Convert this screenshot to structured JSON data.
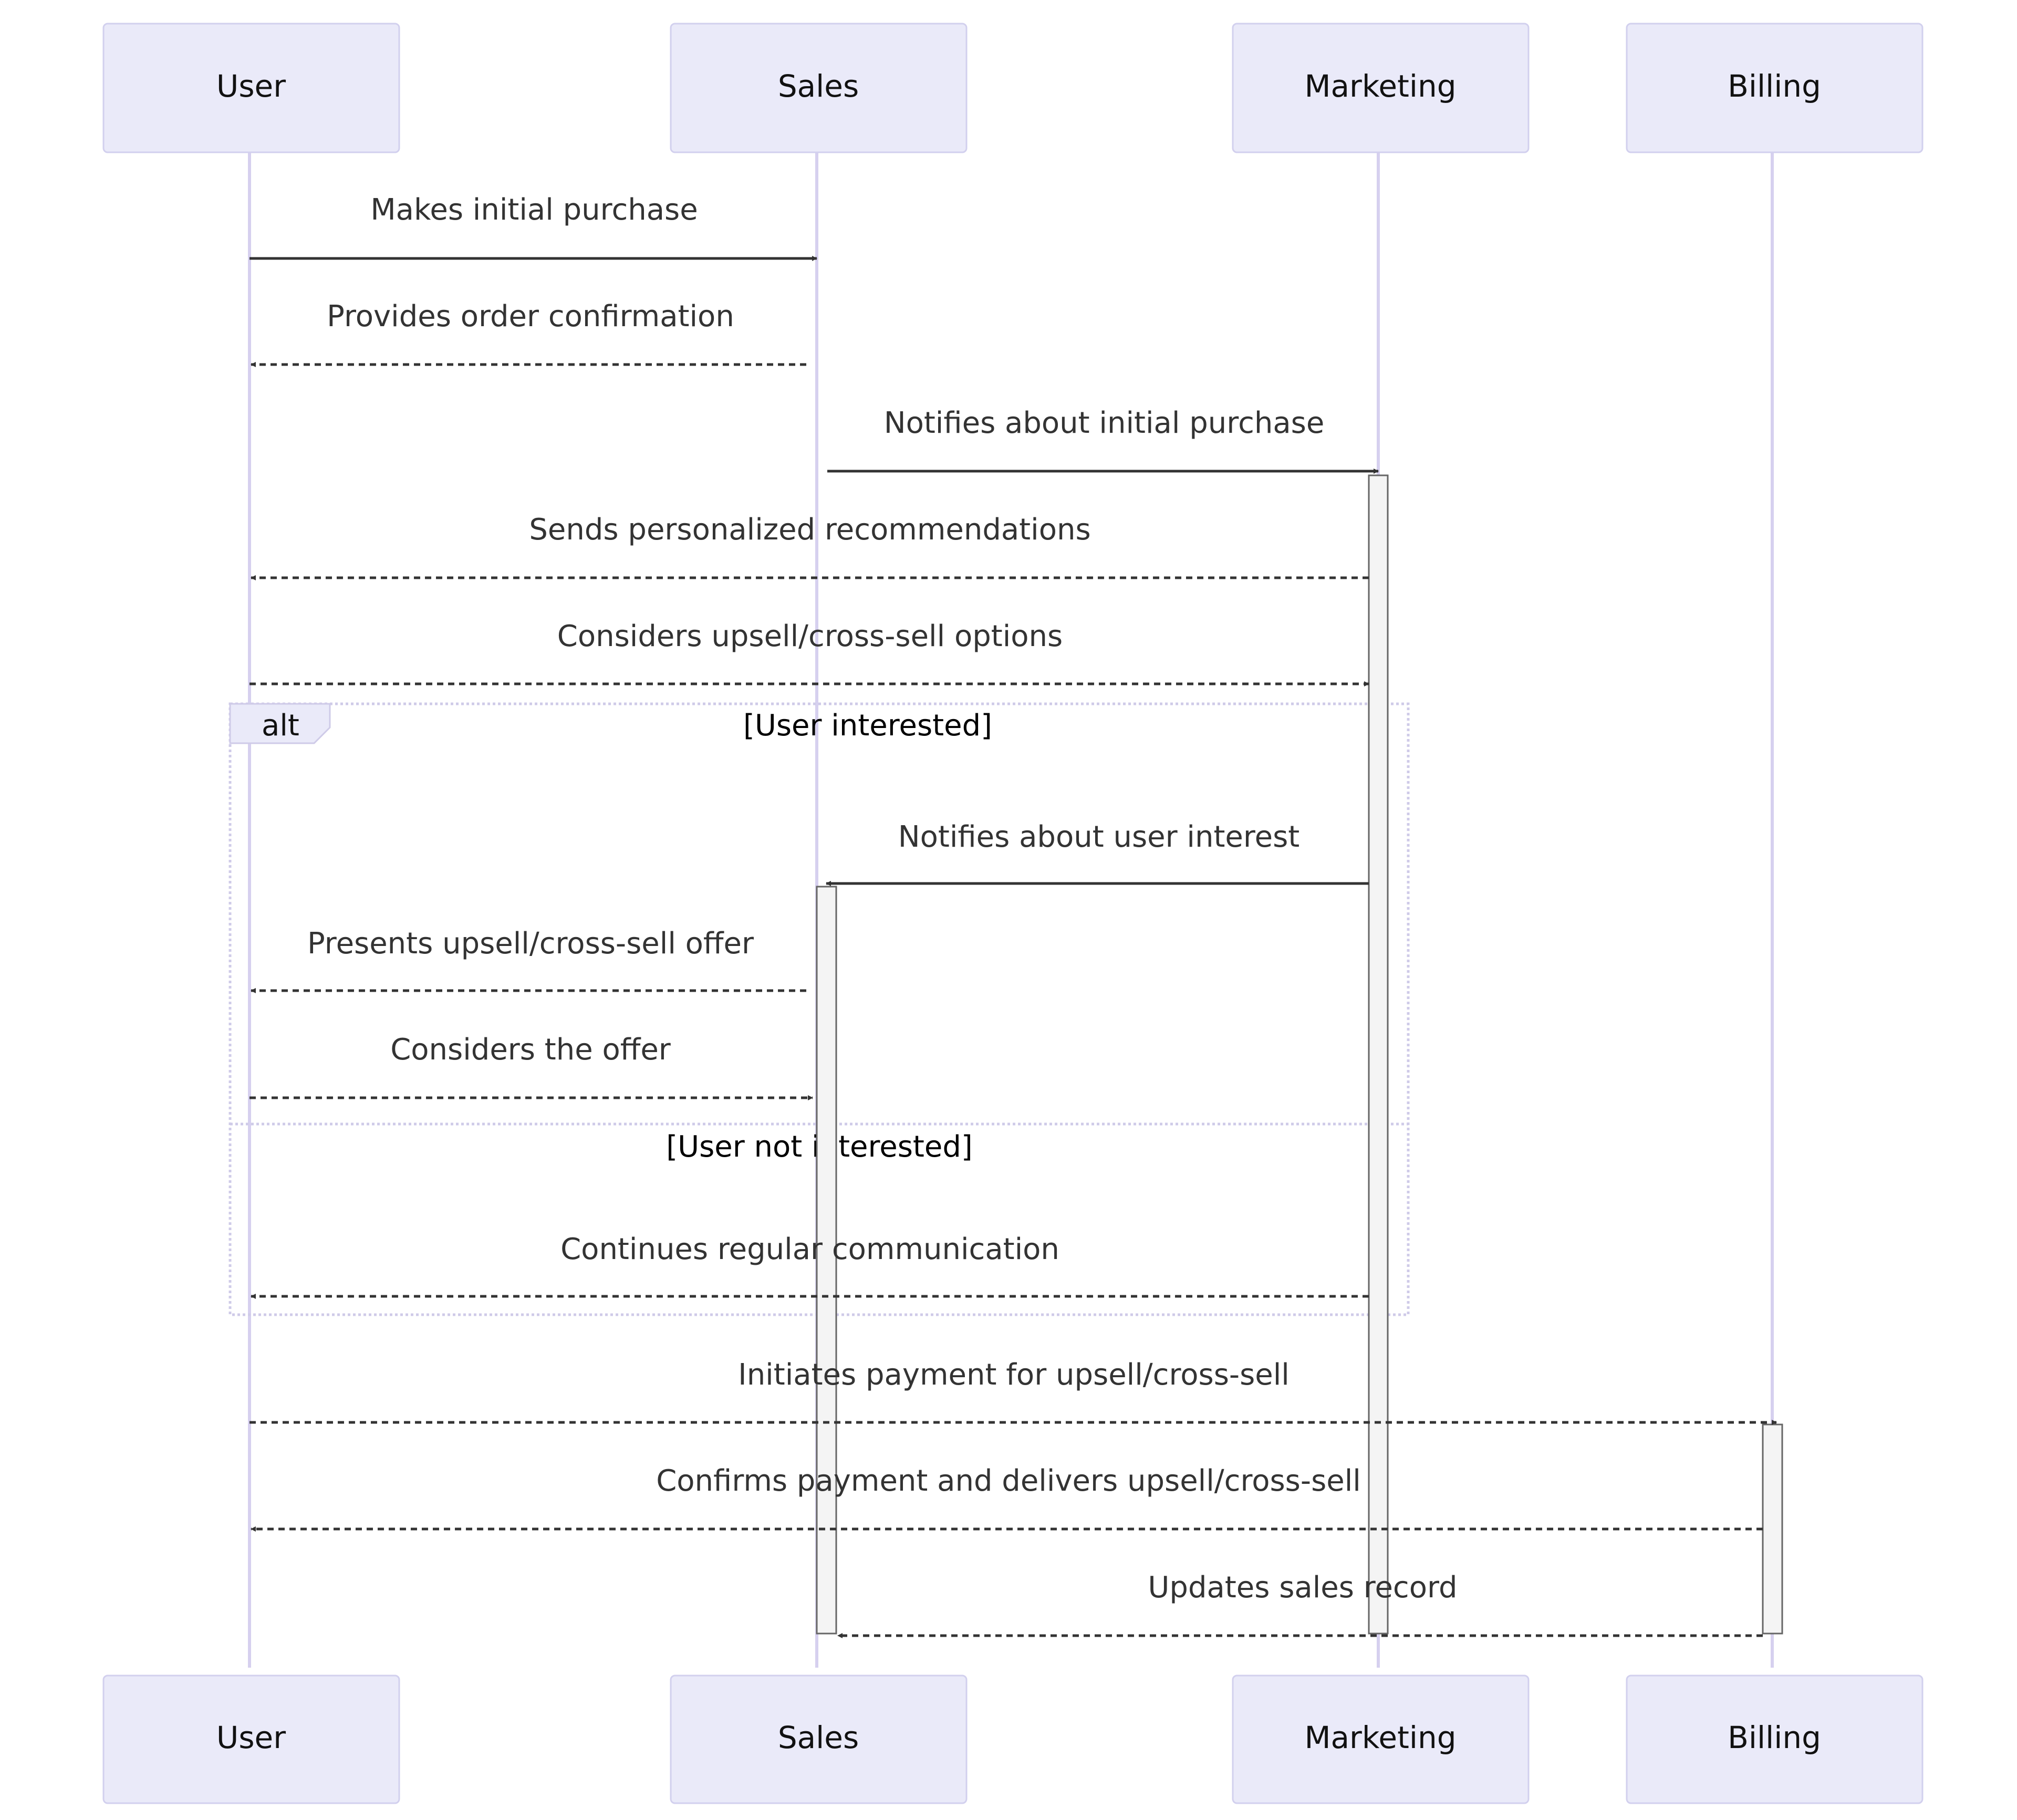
{
  "participants": [
    "User",
    "Sales",
    "Marketing",
    "Billing"
  ],
  "messages": [
    {
      "from": 0,
      "to": 1,
      "text": "Makes initial purchase",
      "style": "solid"
    },
    {
      "from": 1,
      "to": 0,
      "text": "Provides order confirmation",
      "style": "dashed"
    },
    {
      "from": 1,
      "to": 2,
      "text": "Notifies about initial purchase",
      "style": "solid"
    },
    {
      "from": 2,
      "to": 0,
      "text": "Sends personalized recommendations",
      "style": "dashed"
    },
    {
      "from": 0,
      "to": 2,
      "text": "Considers upsell/cross-sell options",
      "style": "dashed"
    },
    {
      "from": 2,
      "to": 1,
      "text": "Notifies about user interest",
      "style": "solid"
    },
    {
      "from": 1,
      "to": 0,
      "text": "Presents upsell/cross-sell offer",
      "style": "dashed"
    },
    {
      "from": 0,
      "to": 1,
      "text": "Considers the offer",
      "style": "dashed"
    },
    {
      "from": 2,
      "to": 0,
      "text": "Continues regular communication",
      "style": "dashed"
    },
    {
      "from": 0,
      "to": 3,
      "text": "Initiates payment for upsell/cross-sell",
      "style": "dashed"
    },
    {
      "from": 3,
      "to": 0,
      "text": "Confirms payment and delivers upsell/cross-sell",
      "style": "dashed"
    },
    {
      "from": 3,
      "to": 1,
      "text": "Updates sales record",
      "style": "dashed"
    }
  ],
  "alt_frame": {
    "keyword": "alt",
    "conditions": [
      "[User interested]",
      "[User not interested]"
    ]
  },
  "colors": {
    "actor_fill": "#eaeaf9",
    "actor_border": "#d2d0ee",
    "lifeline": "#d6d0ef",
    "arrow": "#333333",
    "activation_fill": "#f4f4f4"
  }
}
